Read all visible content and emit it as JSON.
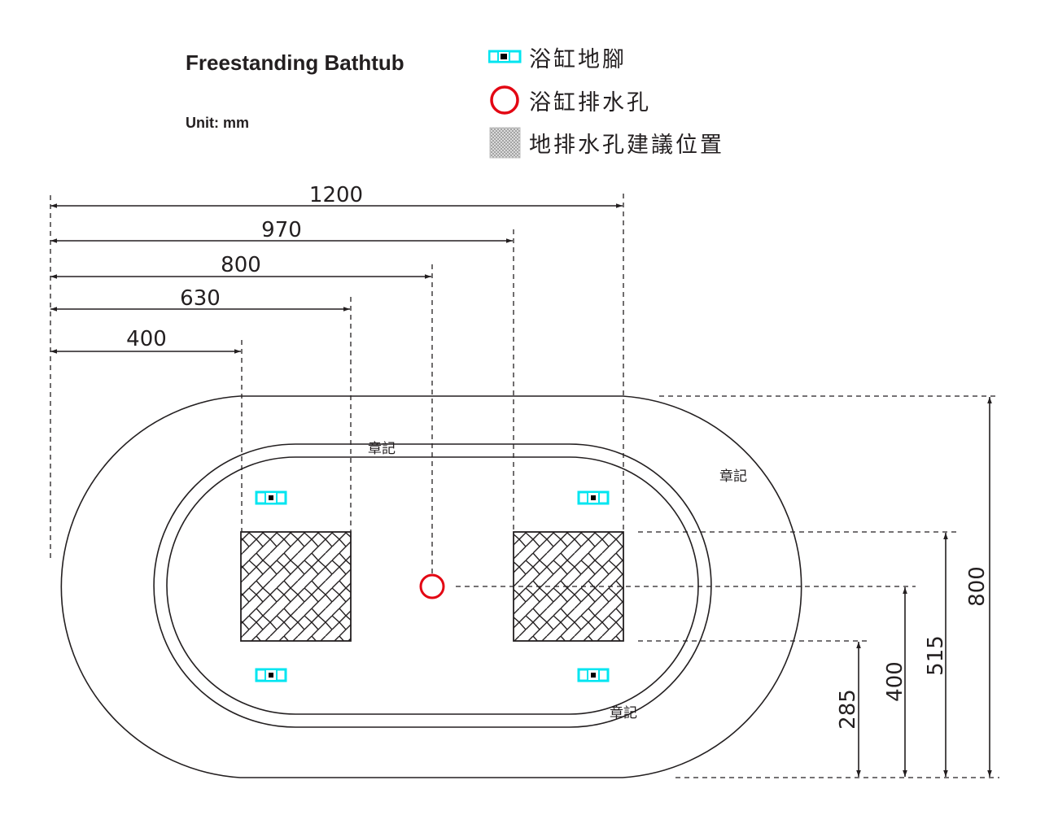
{
  "title": "Freestanding Bathtub",
  "unit": "Unit: mm",
  "legend": [
    {
      "label": "浴缸地腳",
      "icon": "foot-icon",
      "color": "#00e5f0"
    },
    {
      "label": "浴缸排水孔",
      "icon": "drain-circle-icon",
      "color": "#e30613"
    },
    {
      "label": "地排水孔建議位置",
      "icon": "hatch-area-icon",
      "color": "#8c8c8c"
    }
  ],
  "horizontal_dimensions": [
    "1200",
    "970",
    "800",
    "630",
    "400"
  ],
  "vertical_dimensions": [
    "800",
    "515",
    "400",
    "285"
  ],
  "stamps": [
    "章記",
    "章記",
    "章記"
  ]
}
